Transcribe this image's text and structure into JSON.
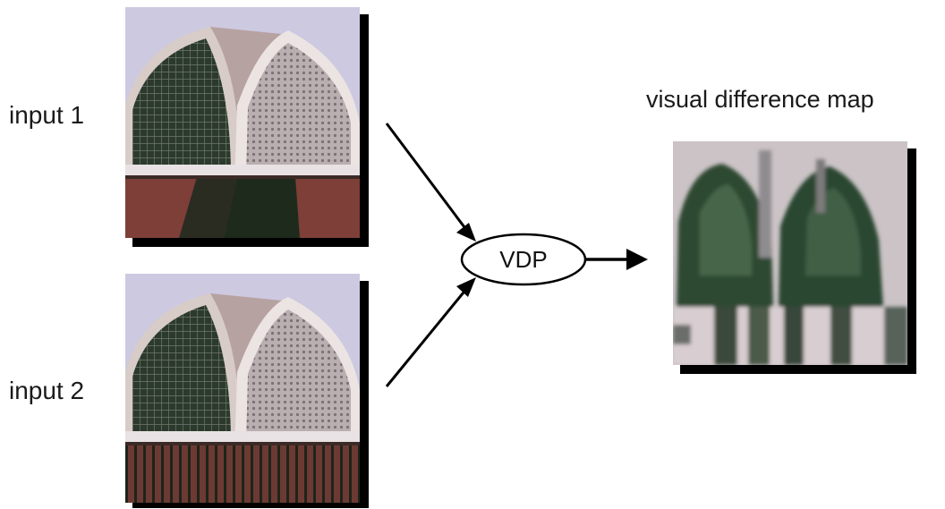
{
  "labels": {
    "input1": "input 1",
    "input2": "input 2",
    "output": "visual difference map"
  },
  "node": {
    "label": "VDP"
  },
  "colors": {
    "sky": "#c9c5dc",
    "brick": "#7a3c35",
    "dark_green": "#1f3322",
    "frame_shadow": "#000000"
  },
  "icons": {
    "input1": "building-photo",
    "input2": "building-photo",
    "output": "difference-heatmap"
  }
}
